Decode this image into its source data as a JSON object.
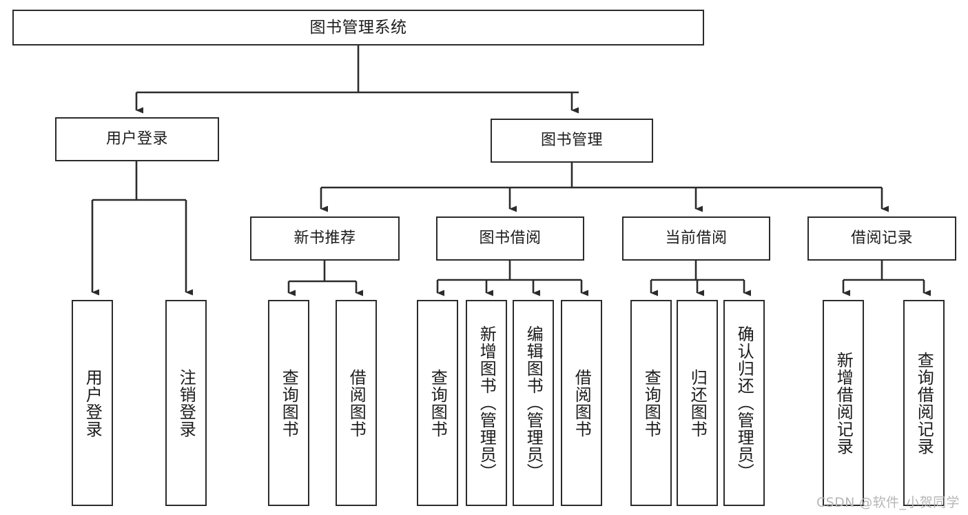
{
  "diagram": {
    "type": "tree-hierarchy-chart",
    "title": "图书管理系统",
    "watermark": "CSDN @软件_小贺同学",
    "colors": {
      "background": "#ffffff",
      "border": "#2b2b2b",
      "text": "#1c1c1c",
      "connector": "#2b2b2b",
      "watermark": "#b6b6b6"
    },
    "nodes": {
      "root": {
        "label": "图书管理系统"
      },
      "level2": [
        {
          "id": "user-login",
          "label": "用户登录"
        },
        {
          "id": "book-management",
          "label": "图书管理"
        }
      ],
      "level3": [
        {
          "id": "new-book-recommend",
          "label": "新书推荐"
        },
        {
          "id": "book-borrow",
          "label": "图书借阅"
        },
        {
          "id": "current-borrow",
          "label": "当前借阅"
        },
        {
          "id": "borrow-record",
          "label": "借阅记录"
        }
      ],
      "leaves": {
        "user_login": [
          {
            "id": "leaf-user-login",
            "label": "用户登录"
          },
          {
            "id": "leaf-logout-login",
            "label": "注销登录"
          }
        ],
        "new_book_recommend": [
          {
            "id": "leaf-query-book-1",
            "label": "查询图书"
          },
          {
            "id": "leaf-borrow-book-1",
            "label": "借阅图书"
          }
        ],
        "book_borrow": [
          {
            "id": "leaf-query-book-2",
            "label": "查询图书"
          },
          {
            "id": "leaf-add-book",
            "label": "新增图书（管理员）"
          },
          {
            "id": "leaf-edit-book",
            "label": "编辑图书（管理员）"
          },
          {
            "id": "leaf-borrow-book-2",
            "label": "借阅图书"
          }
        ],
        "current_borrow": [
          {
            "id": "leaf-query-book-3",
            "label": "查询图书"
          },
          {
            "id": "leaf-return-book",
            "label": "归还图书"
          },
          {
            "id": "leaf-confirm-return",
            "label": "确认归还（管理员）"
          }
        ],
        "borrow_record": [
          {
            "id": "leaf-add-borrow-record",
            "label": "新增借阅记录"
          },
          {
            "id": "leaf-query-borrow-record",
            "label": "查询借阅记录"
          }
        ]
      }
    }
  }
}
